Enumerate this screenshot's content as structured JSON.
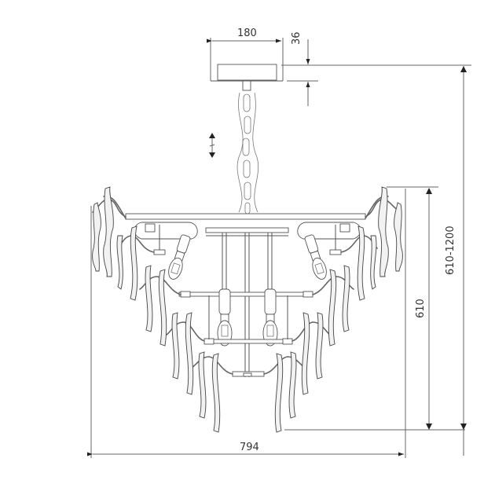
{
  "drawing": {
    "subject": "chandelier technical dimension drawing",
    "line_color": "#555555",
    "background": "#ffffff",
    "dimensions": {
      "canopy_width": "180",
      "canopy_height": "36",
      "total_height_range": "610-1200",
      "body_height": "610",
      "body_width": "794"
    },
    "adjustable_chain_symbol": "↕"
  }
}
